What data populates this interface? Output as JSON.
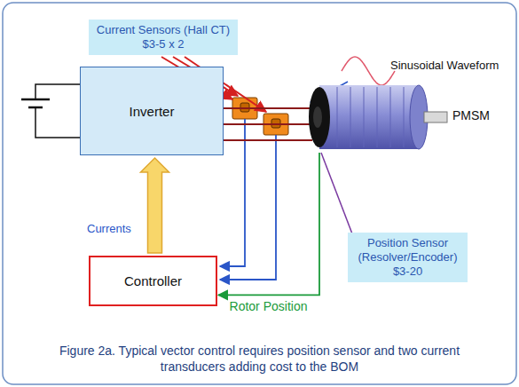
{
  "diagram": {
    "caption": "Figure 2a. Typical vector control requires position sensor and two current transducers adding cost to the BOM",
    "nodes": [
      {
        "text": [
          "Current Sensors (Hall CT) $3-5 x 2"
        ]
      },
      {
        "text": [
          "Inverter"
        ]
      },
      {
        "text": [
          "PMSM"
        ]
      },
      {
        "text": [
          "Position Sensor (Resolver/Encoder) $3-20"
        ]
      },
      {
        "text": [
          "Controller"
        ]
      }
    ],
    "edges": [
      {
        "from": 1,
        "to": 2,
        "arrow": "none"
      },
      {
        "from": 4,
        "to": 1,
        "arrow": "to"
      },
      {
        "from": 2,
        "to": 4,
        "arrow": "to",
        "label": "Rotor Position"
      }
    ],
    "labels": [
      "Sinusoidal Waveform",
      "Currents"
    ]
  }
}
